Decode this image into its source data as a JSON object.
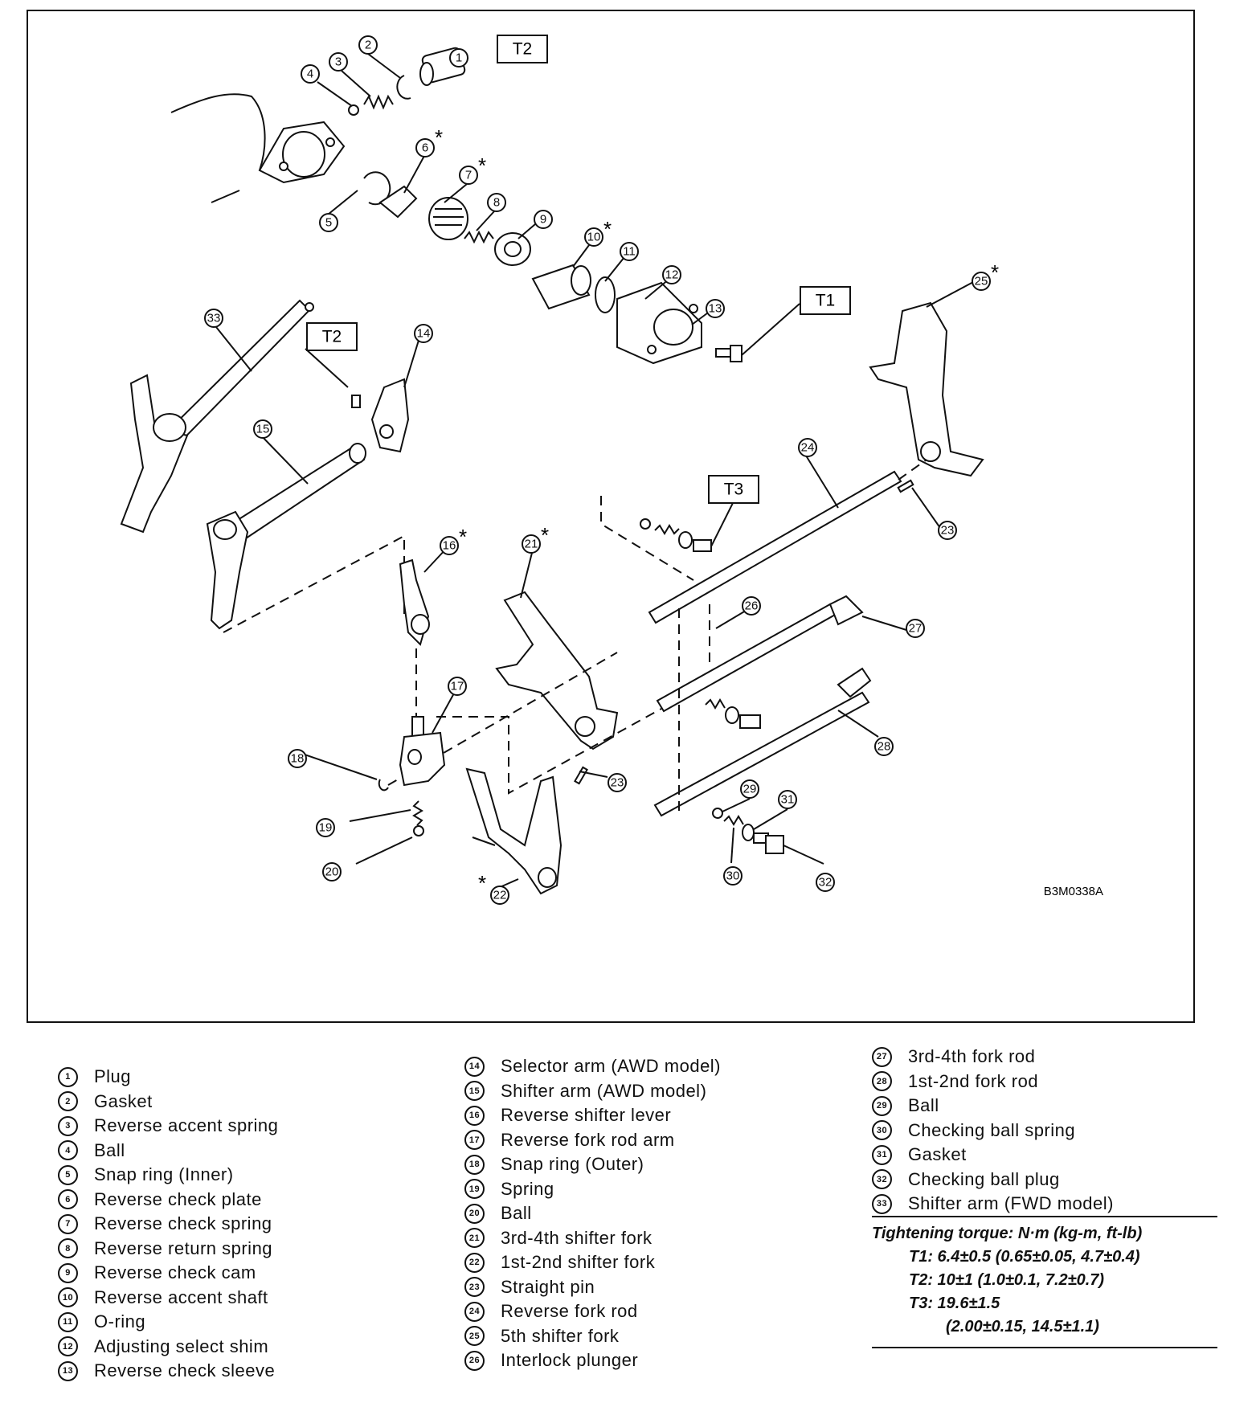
{
  "diagram": {
    "figure_code": "B3M0338A",
    "torque_tags": {
      "t1": "T1",
      "t2": "T2",
      "t3": "T3"
    },
    "star": "*",
    "callouts": [
      "1",
      "2",
      "3",
      "4",
      "5",
      "6",
      "7",
      "8",
      "9",
      "10",
      "11",
      "12",
      "13",
      "14",
      "15",
      "16",
      "17",
      "18",
      "19",
      "20",
      "21",
      "22",
      "23",
      "24",
      "25",
      "26",
      "27",
      "28",
      "29",
      "30",
      "31",
      "32",
      "33"
    ]
  },
  "legend": {
    "col1": [
      {
        "num": "1",
        "label": "Plug"
      },
      {
        "num": "2",
        "label": "Gasket"
      },
      {
        "num": "3",
        "label": "Reverse accent spring"
      },
      {
        "num": "4",
        "label": "Ball"
      },
      {
        "num": "5",
        "label": "Snap ring (Inner)"
      },
      {
        "num": "6",
        "label": "Reverse check plate"
      },
      {
        "num": "7",
        "label": "Reverse check spring"
      },
      {
        "num": "8",
        "label": "Reverse return spring"
      },
      {
        "num": "9",
        "label": "Reverse check cam"
      },
      {
        "num": "10",
        "label": "Reverse accent shaft"
      },
      {
        "num": "11",
        "label": "O-ring"
      },
      {
        "num": "12",
        "label": "Adjusting select shim"
      },
      {
        "num": "13",
        "label": "Reverse check sleeve"
      }
    ],
    "col2": [
      {
        "num": "14",
        "label": "Selector arm (AWD model)"
      },
      {
        "num": "15",
        "label": "Shifter arm (AWD model)"
      },
      {
        "num": "16",
        "label": "Reverse shifter lever"
      },
      {
        "num": "17",
        "label": "Reverse fork rod arm"
      },
      {
        "num": "18",
        "label": "Snap ring (Outer)"
      },
      {
        "num": "19",
        "label": "Spring"
      },
      {
        "num": "20",
        "label": "Ball"
      },
      {
        "num": "21",
        "label": "3rd-4th shifter fork"
      },
      {
        "num": "22",
        "label": "1st-2nd shifter fork"
      },
      {
        "num": "23",
        "label": "Straight pin"
      },
      {
        "num": "24",
        "label": "Reverse fork rod"
      },
      {
        "num": "25",
        "label": "5th shifter fork"
      },
      {
        "num": "26",
        "label": "Interlock plunger"
      }
    ],
    "col3": [
      {
        "num": "27",
        "label": "3rd-4th fork rod"
      },
      {
        "num": "28",
        "label": "1st-2nd fork rod"
      },
      {
        "num": "29",
        "label": "Ball"
      },
      {
        "num": "30",
        "label": "Checking ball spring"
      },
      {
        "num": "31",
        "label": "Gasket"
      },
      {
        "num": "32",
        "label": "Checking ball plug"
      },
      {
        "num": "33",
        "label": "Shifter arm (FWD model)"
      }
    ]
  },
  "torque": {
    "heading": "Tightening torque: N·m (kg-m, ft-lb)",
    "t1": "T1: 6.4±0.5 (0.65±0.05, 4.7±0.4)",
    "t2": "T2: 10±1 (1.0±0.1, 7.2±0.7)",
    "t3_line1": "T3: 19.6±1.5",
    "t3_line2": "(2.00±0.15, 14.5±1.1)"
  }
}
